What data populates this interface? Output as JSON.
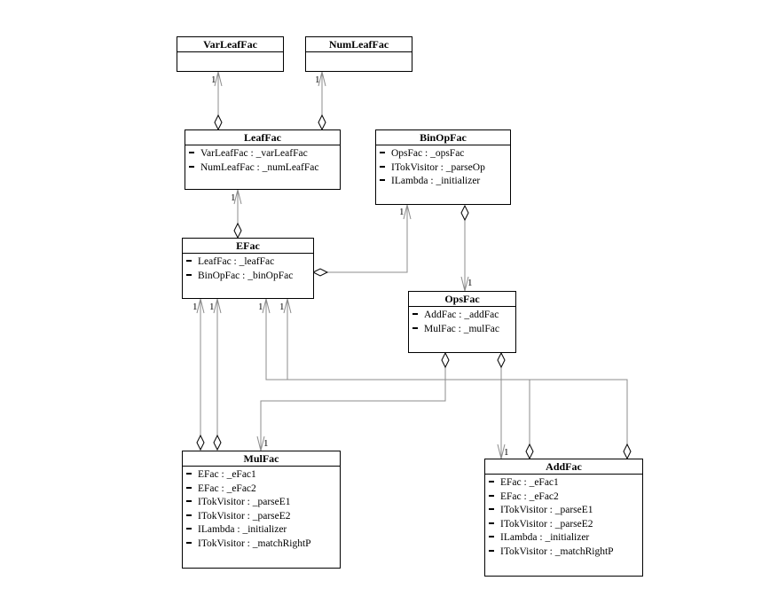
{
  "classes": {
    "varleaffac": {
      "name": "VarLeafFac",
      "attributes": []
    },
    "numleaffac": {
      "name": "NumLeafFac",
      "attributes": []
    },
    "leaffac": {
      "name": "LeafFac",
      "attributes": [
        "VarLeafFac : _varLeafFac",
        "NumLeafFac : _numLeafFac"
      ]
    },
    "binopfac": {
      "name": "BinOpFac",
      "attributes": [
        "OpsFac : _opsFac",
        "ITokVisitor : _parseOp",
        "ILambda : _initializer"
      ]
    },
    "efac": {
      "name": "EFac",
      "attributes": [
        "LeafFac : _leafFac",
        "BinOpFac : _binOpFac"
      ]
    },
    "opsfac": {
      "name": "OpsFac",
      "attributes": [
        "AddFac : _addFac",
        "MulFac : _mulFac"
      ]
    },
    "mulfac": {
      "name": "MulFac",
      "attributes": [
        "EFac : _eFac1",
        "EFac : _eFac2",
        "ITokVisitor : _parseE1",
        "ITokVisitor : _parseE2",
        "ILambda : _initializer",
        "ITokVisitor : _matchRightP"
      ]
    },
    "addfac": {
      "name": "AddFac",
      "attributes": [
        "EFac : _eFac1",
        "EFac : _eFac2",
        "ITokVisitor : _parseE1",
        "ITokVisitor : _parseE2",
        "ILambda : _initializer",
        "ITokVisitor : _matchRightP"
      ]
    }
  },
  "multiplicities": {
    "leaf_to_varleaf": "1",
    "leaf_to_numleaf": "1",
    "efac_to_leaf": "1",
    "efac_to_binop": "1",
    "binop_to_ops": "1",
    "mul_to_efac_1": "1",
    "mul_to_efac_2": "1",
    "add_to_efac_1": "1",
    "add_to_efac_2": "1",
    "ops_to_mul": "1",
    "ops_to_add": "1"
  }
}
